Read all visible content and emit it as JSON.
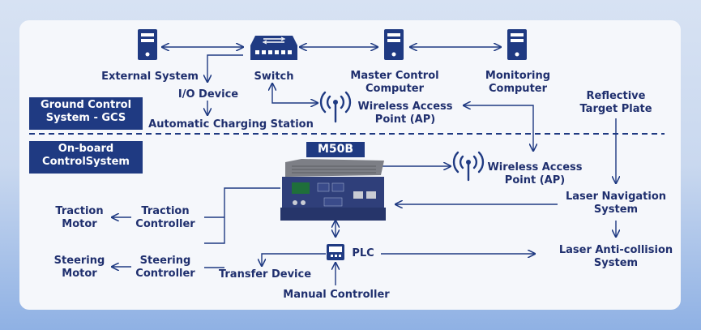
{
  "title_badge": "M50B",
  "sections": {
    "ground": [
      "Ground Control",
      "System - GCS"
    ],
    "onboard": [
      "On-board",
      "ControlSystem"
    ]
  },
  "nodes": {
    "external_system": "External System",
    "switch": "Switch",
    "master_control": [
      "Master Control",
      "Computer"
    ],
    "monitoring": [
      "Monitoring",
      "Computer"
    ],
    "io_device": "I/O Device",
    "charging_station": "Automatic Charging Station",
    "ap_top": [
      "Wireless Access",
      "Point (AP)"
    ],
    "reflective": [
      "Reflective",
      "Target Plate"
    ],
    "ap_mid": [
      "Wireless Access",
      "Point (AP)"
    ],
    "laser_nav": [
      "Laser Navigation",
      "System"
    ],
    "traction_motor": [
      "Traction",
      "Motor"
    ],
    "traction_ctrl": [
      "Traction",
      "Controller"
    ],
    "steering_motor": [
      "Steering",
      "Motor"
    ],
    "steering_ctrl": [
      "Steering",
      "Controller"
    ],
    "plc": "PLC",
    "laser_anticollision": [
      "Laser Anti-collision",
      "System"
    ],
    "transfer_device": "Transfer Device",
    "manual_controller": "Manual Controller"
  },
  "colors": {
    "navy": "#1f3a82",
    "text": "#1f2f6e",
    "panel": "#f5f7fb"
  },
  "icons": [
    "server-icon",
    "switch-icon",
    "wireless-icon",
    "plc-icon",
    "embedded-computer-icon"
  ]
}
